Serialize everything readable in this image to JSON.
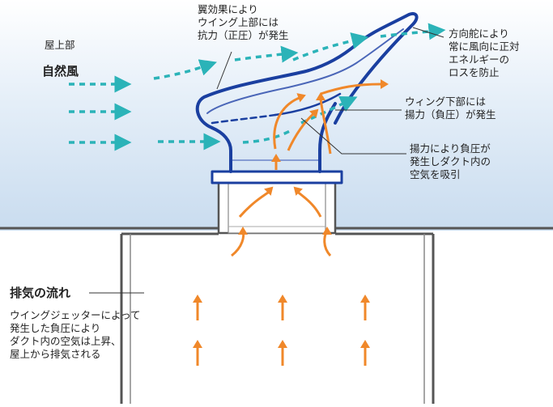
{
  "roof_label": "屋上部",
  "wind_label": "自然風",
  "wing_effect": {
    "lines": [
      "翼効果により",
      "ウイング上部には",
      "抗力（正圧）が発生"
    ]
  },
  "rudder": {
    "lines": [
      "方向舵により",
      "常に風向に正対",
      "エネルギーの",
      "ロスを防止"
    ]
  },
  "wing_lower": {
    "lines": [
      "ウィング下部には",
      "揚力（負圧）が発生"
    ]
  },
  "lift_suction": {
    "lines": [
      "揚力により負圧が",
      "発生しダクト内の",
      "空気を吸引"
    ]
  },
  "exhaust": {
    "title": "排気の流れ",
    "lines": [
      "ウイングジェッターによって",
      "発生した負圧により",
      "ダクト内の空気は上昇、",
      "屋上から排気される"
    ]
  },
  "colors": {
    "sky": "#dbe8f5",
    "device_outline": "#1a3fa0",
    "wind_arrow": "#2bb3b8",
    "air_arrow": "#f0882a",
    "wall": "#555555"
  }
}
